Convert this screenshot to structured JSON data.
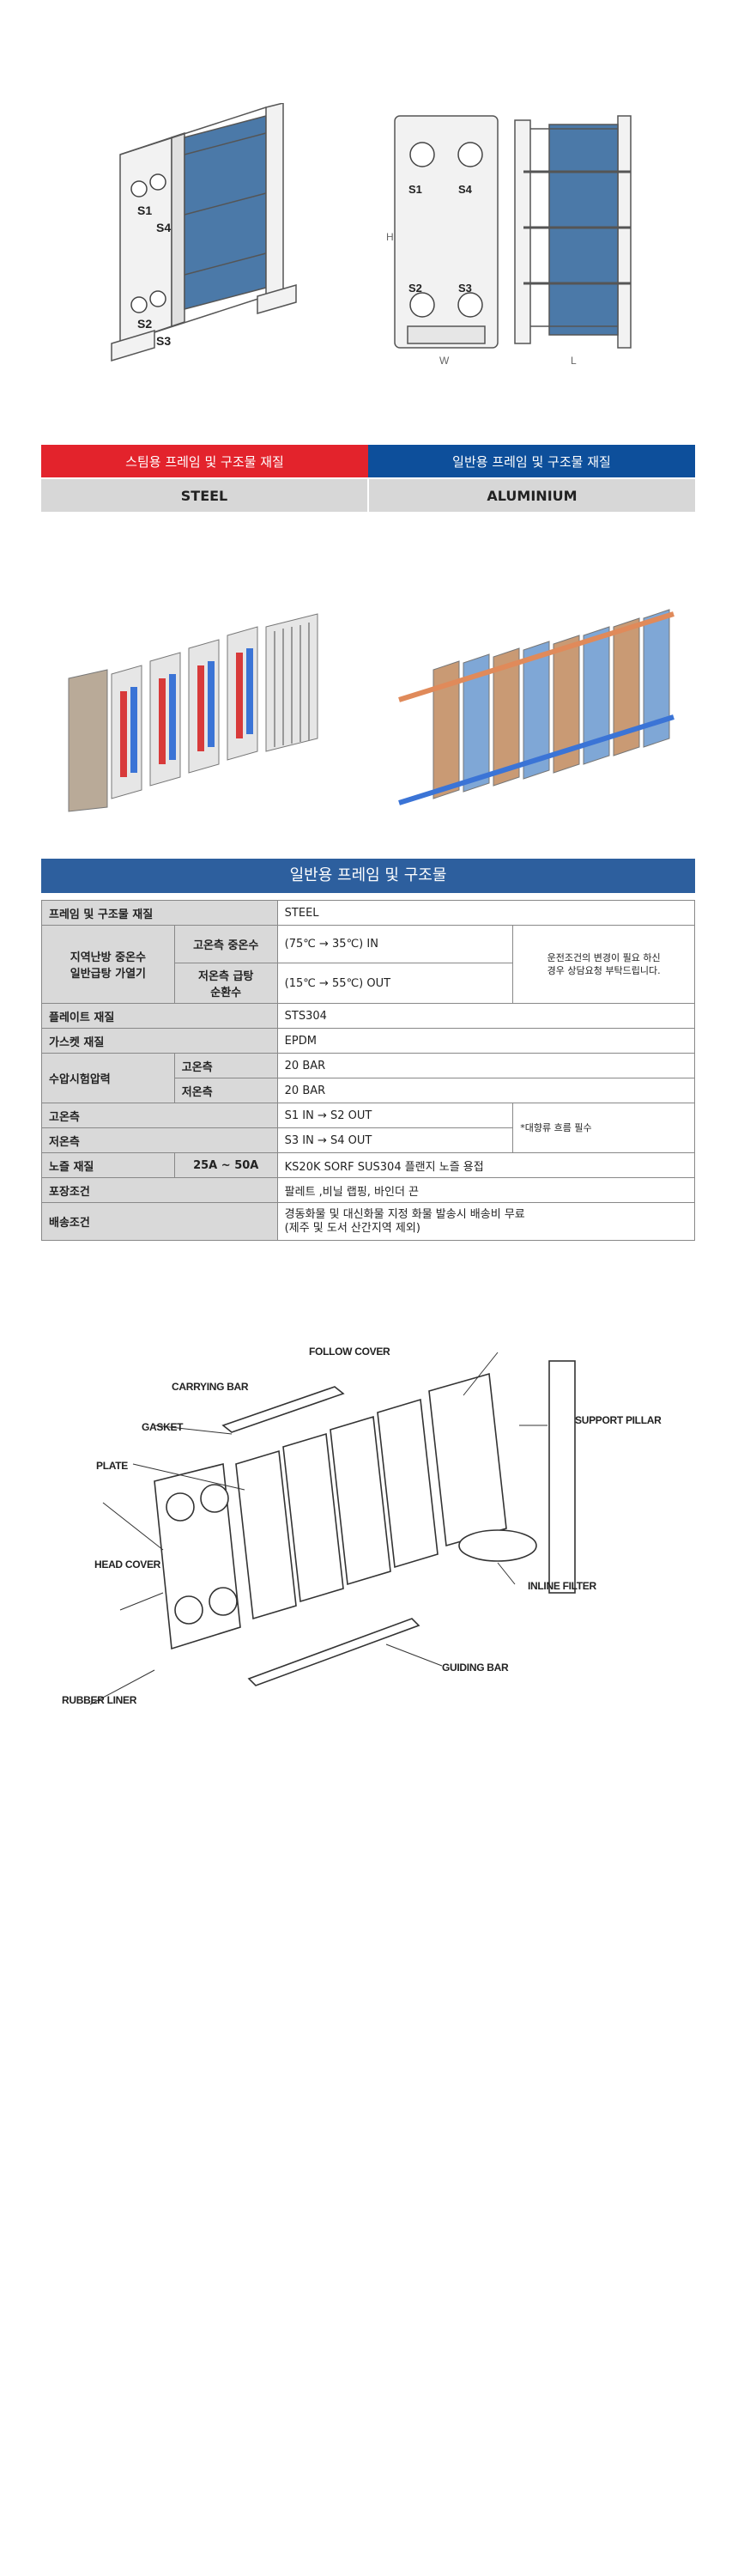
{
  "top_drawings": {
    "iso_ports": [
      "S1",
      "S4",
      "S2",
      "S3"
    ],
    "front_ports": [
      "S1",
      "S4",
      "S2",
      "S3"
    ],
    "dims": {
      "height": "H",
      "width": "W",
      "length": "L"
    }
  },
  "frame_material": {
    "steam_header": "스팀용 프레임 및 구조물 재질",
    "general_header": "일반용 프레임 및 구조물 재질",
    "steam_value": "STEEL",
    "general_value": "ALUMINIUM"
  },
  "spec": {
    "title": "일반용 프레임 및 구조물",
    "rows": {
      "frame_label": "프레임 및 구조물 재질",
      "frame_value": "STEEL",
      "district_label": "지역난방 중온수\n일반급탕 가열기",
      "hot_side_label": "고온측 중온수",
      "hot_side_value": "(75℃ → 35℃) IN",
      "cold_side_label": "저온측 급탕\n순환수",
      "cold_side_value": "(15℃ → 55℃) OUT",
      "district_note": "운전조건의 변경이 필요 하신\n경우 상담요청 부탁드립니다.",
      "plate_label": "플레이트 재질",
      "plate_value": "STS304",
      "gasket_label": "가스켓 재질",
      "gasket_value": "EPDM",
      "test_label": "수압시험압력",
      "test_hot_label": "고온측",
      "test_hot_value": "20 BAR",
      "test_cold_label": "저온측",
      "test_cold_value": "20 BAR",
      "hot_label": "고온측",
      "hot_value": "S1 IN → S2 OUT",
      "cold_label": "저온측",
      "cold_value": "S3 IN → S4 OUT",
      "flow_note": "*대향류 흐름 필수",
      "nozzle_label": "노즐 재질",
      "nozzle_size": "25A ~ 50A",
      "nozzle_value": "KS20K SORF SUS304 플랜지 노즐 용접",
      "packing_label": "포장조건",
      "packing_value": "팔레트 ,비닐 랩핑, 바인더 끈",
      "shipping_label": "배송조건",
      "shipping_value": "경동화물 및 대신화물 지정 화물 발송시 배송비 무료\n(제주 및 도서 산간지역 제외)"
    }
  },
  "parts_diagram": {
    "labels": {
      "follow_cover": "FOLLOW COVER",
      "carrying_bar": "CARRYING BAR",
      "gasket": "GASKET",
      "plate": "PLATE",
      "head_cover": "HEAD COVER",
      "rubber_liner": "RUBBER LINER",
      "support_pillar": "SUPPORT PILLAR",
      "inline_filter": "INLINE FILTER",
      "guiding_bar": "GUIDING BAR"
    }
  },
  "colors": {
    "steam_red": "#e3232c",
    "general_blue": "#0d4f9b",
    "spec_blue": "#2d5f9e",
    "plate_blue": "#4b79a8",
    "gray_cell": "#d9d9d9"
  }
}
